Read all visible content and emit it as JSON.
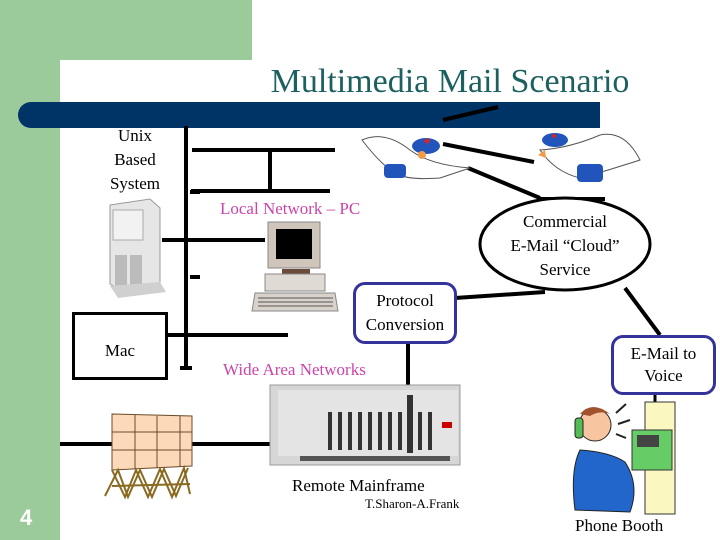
{
  "slide": {
    "title": "Multimedia Mail Scenario",
    "page_number": "4",
    "footer_credit": "T.Sharon-A.Frank"
  },
  "nodes": {
    "unix": {
      "label_lines": [
        "Unix",
        "Based",
        "System"
      ],
      "icon": "server-tower-icon"
    },
    "local_network": {
      "label": "Local Network – PC",
      "icon": "desktop-pc-icon"
    },
    "protocol_conversion": {
      "label_lines": [
        "Protocol",
        "Conversion"
      ]
    },
    "cloud_service": {
      "label_lines": [
        "Commercial",
        "E-Mail “Cloud”",
        "Service"
      ]
    },
    "mac": {
      "label": "Mac"
    },
    "wan": {
      "label": "Wide Area Networks",
      "icon": "billboard-icon"
    },
    "mainframe": {
      "label": "Remote Mainframe",
      "icon": "rack-mainframe-icon"
    },
    "email_to_voice": {
      "label_lines": [
        "E-Mail to",
        "Voice"
      ]
    },
    "phone_booth": {
      "label": "Phone Booth",
      "icon": "man-on-payphone-icon"
    },
    "birds": {
      "icon": "mail-carrier-pigeon-icon",
      "count": 2
    }
  },
  "colors": {
    "green_accent": "#9ccb9b",
    "title_bar": "#003366",
    "title_text": "#1d6060",
    "highlight_label": "#cc44aa",
    "box_border": "#333399"
  }
}
